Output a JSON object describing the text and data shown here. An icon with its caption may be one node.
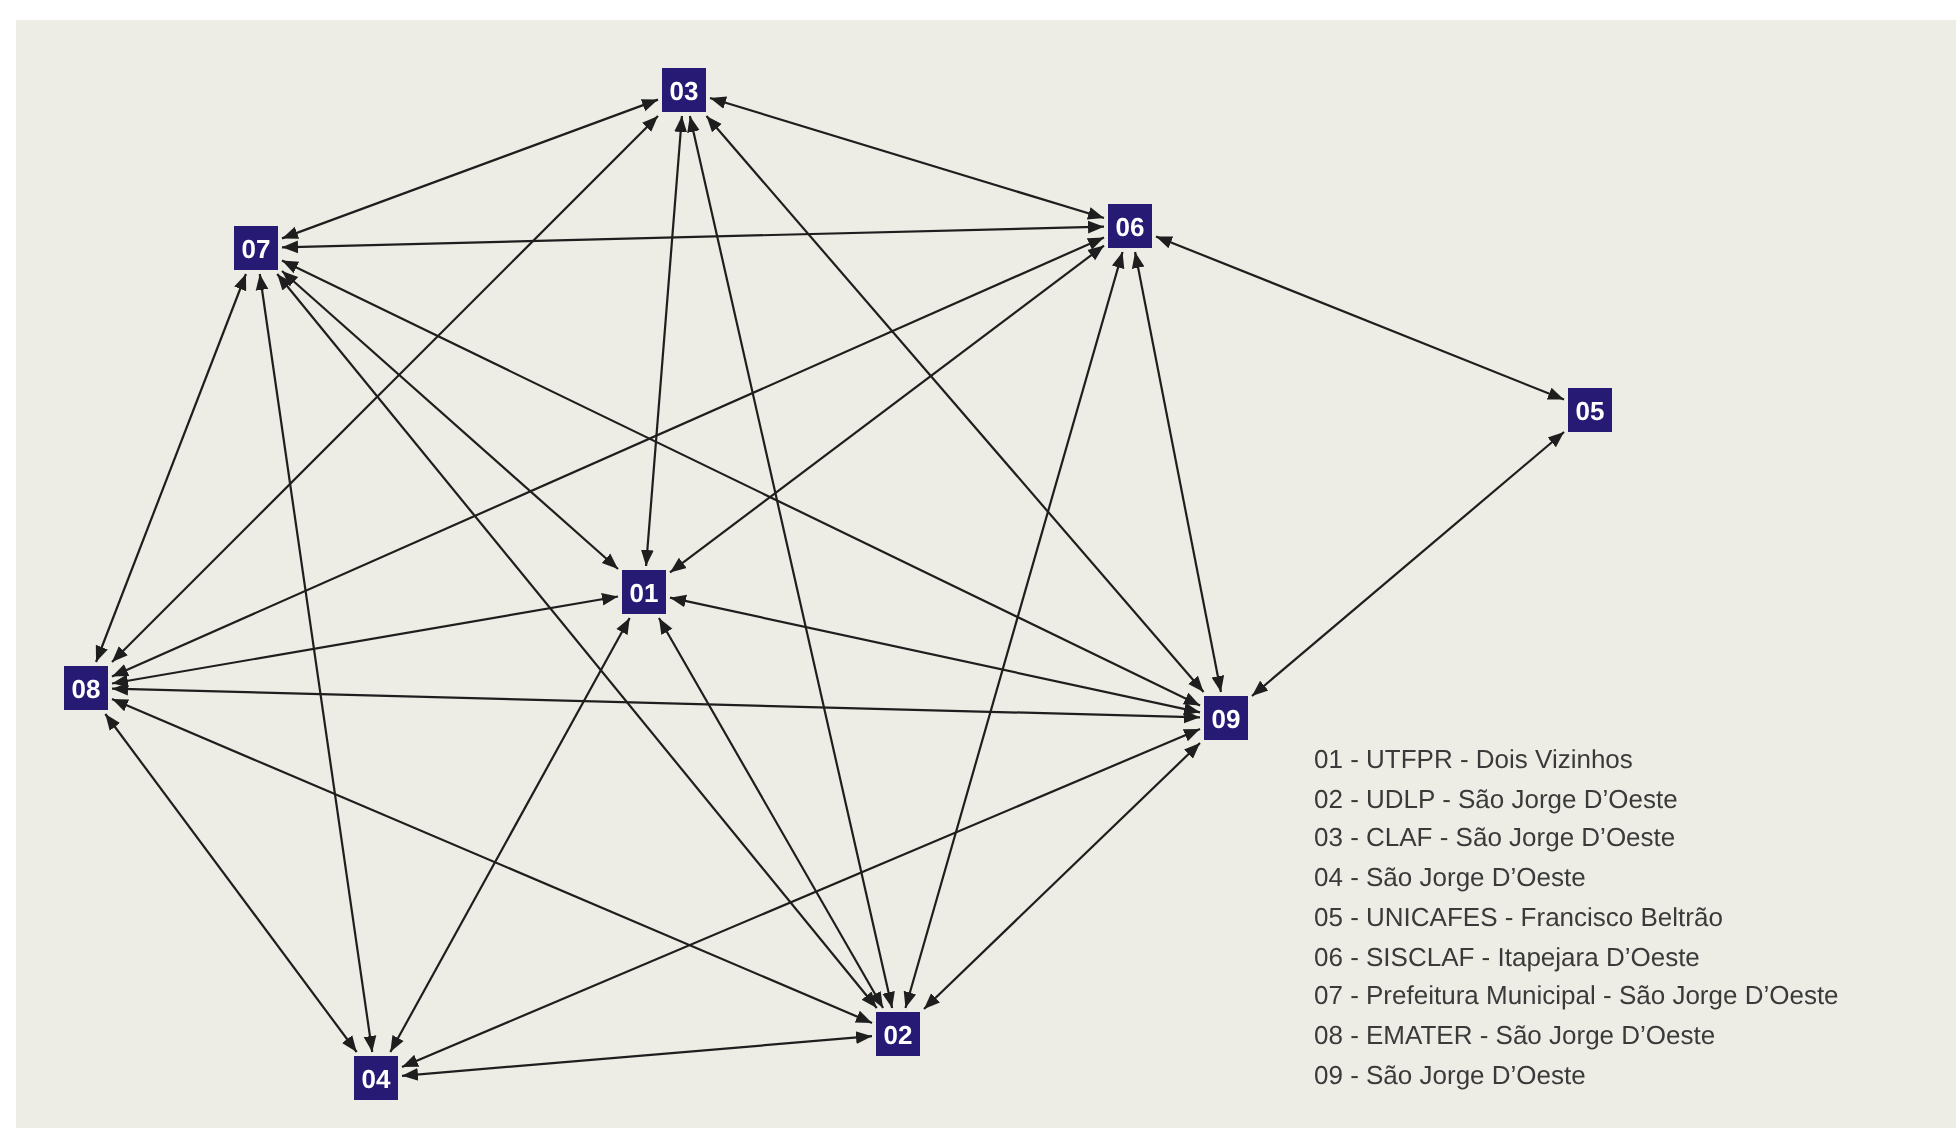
{
  "diagram": {
    "nodes": [
      {
        "text": [
          "03"
        ]
      },
      {
        "text": [
          "07"
        ]
      },
      {
        "text": [
          "06"
        ]
      },
      {
        "text": [
          "05"
        ]
      },
      {
        "text": [
          "01"
        ]
      },
      {
        "text": [
          "08"
        ]
      },
      {
        "text": [
          "09"
        ]
      },
      {
        "text": [
          "02"
        ]
      },
      {
        "text": [
          "04"
        ]
      }
    ],
    "edges": [
      {
        "from": 0,
        "to": 1,
        "arrow": "both"
      },
      {
        "from": 0,
        "to": 2,
        "arrow": "both"
      },
      {
        "from": 0,
        "to": 4,
        "arrow": "both"
      },
      {
        "from": 0,
        "to": 7,
        "arrow": "both"
      },
      {
        "from": 0,
        "to": 6,
        "arrow": "both"
      },
      {
        "from": 0,
        "to": 5,
        "arrow": "both"
      },
      {
        "from": 1,
        "to": 2,
        "arrow": "both"
      },
      {
        "from": 1,
        "to": 4,
        "arrow": "both"
      },
      {
        "from": 1,
        "to": 7,
        "arrow": "both"
      },
      {
        "from": 1,
        "to": 6,
        "arrow": "both"
      },
      {
        "from": 1,
        "to": 8,
        "arrow": "both"
      },
      {
        "from": 1,
        "to": 5,
        "arrow": "both"
      },
      {
        "from": 2,
        "to": 3,
        "arrow": "both"
      },
      {
        "from": 2,
        "to": 4,
        "arrow": "both"
      },
      {
        "from": 2,
        "to": 5,
        "arrow": "both"
      },
      {
        "from": 2,
        "to": 7,
        "arrow": "both"
      },
      {
        "from": 2,
        "to": 6,
        "arrow": "both"
      },
      {
        "from": 3,
        "to": 6,
        "arrow": "both"
      },
      {
        "from": 4,
        "to": 5,
        "arrow": "both"
      },
      {
        "from": 4,
        "to": 6,
        "arrow": "both"
      },
      {
        "from": 4,
        "to": 8,
        "arrow": "both"
      },
      {
        "from": 4,
        "to": 7,
        "arrow": "both"
      },
      {
        "from": 5,
        "to": 6,
        "arrow": "both"
      },
      {
        "from": 5,
        "to": 7,
        "arrow": "both"
      },
      {
        "from": 5,
        "to": 8,
        "arrow": "both"
      },
      {
        "from": 6,
        "to": 8,
        "arrow": "both"
      },
      {
        "from": 6,
        "to": 7,
        "arrow": "both"
      },
      {
        "from": 7,
        "to": 8,
        "arrow": "both"
      }
    ],
    "labels": [
      "01 - UTFPR - Dois Vizinhos",
      "02 - UDLP - São Jorge D’Oeste",
      "03 - CLAF - São Jorge D’Oeste",
      "04 - São Jorge D’Oeste",
      "05 - UNICAFES - Francisco Beltrão",
      "06 - SISCLAF - Itapejara D’Oeste",
      "07 - Prefeitura Municipal - São Jorge D’Oeste",
      "08 - EMATER - São Jorge D’Oeste",
      "09 - São Jorge D’Oeste"
    ]
  }
}
